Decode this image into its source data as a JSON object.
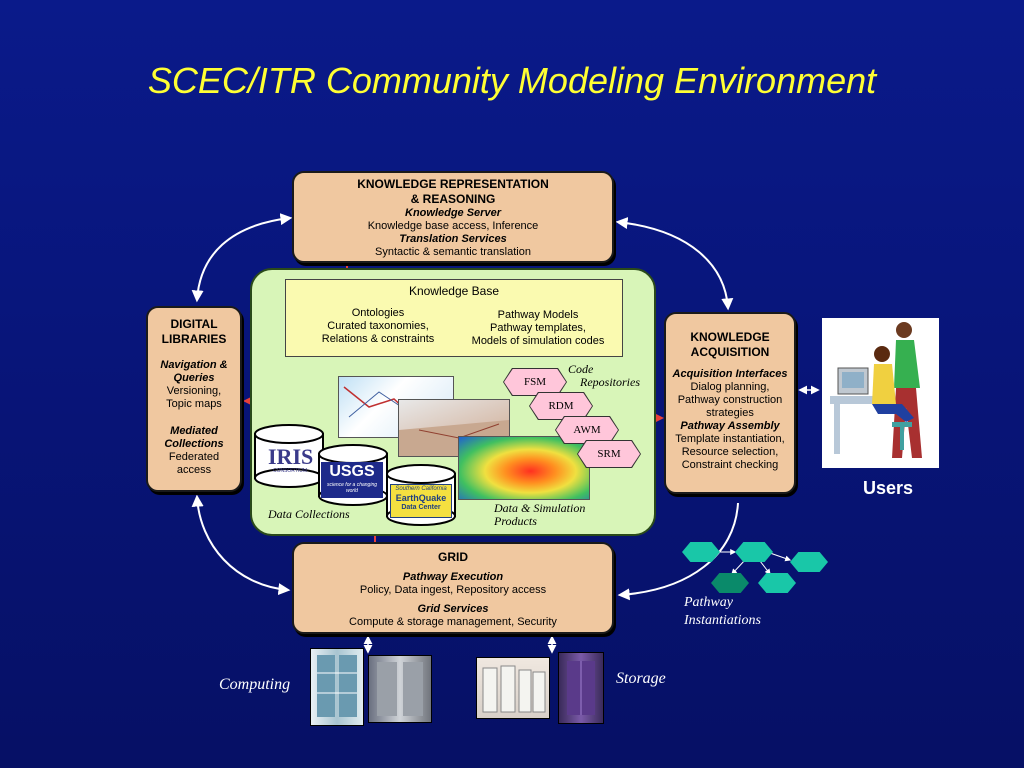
{
  "title": "SCEC/ITR Community Modeling Environment",
  "krr": {
    "heading_line1": "KNOWLEDGE REPRESENTATION",
    "heading_line2": "& REASONING",
    "server_title": "Knowledge Server",
    "server_desc": "Knowledge base access, Inference",
    "translation_title": "Translation Services",
    "translation_desc": "Syntactic & semantic translation"
  },
  "knowledge_base": {
    "title": "Knowledge Base",
    "ontologies_title": "Ontologies",
    "ontologies_line1": "Curated taxonomies,",
    "ontologies_line2": "Relations & constraints",
    "pathway_title": "Pathway Models",
    "pathway_line1": "Pathway templates,",
    "pathway_line2": "Models of simulation codes"
  },
  "digital_libraries": {
    "heading_line1": "DIGITAL",
    "heading_line2": "LIBRARIES",
    "nav_title_line1": "Navigation &",
    "nav_title_line2": "Queries",
    "nav_line1": "Versioning,",
    "nav_line2": "Topic maps",
    "mediated_title_line1": "Mediated",
    "mediated_title_line2": "Collections",
    "mediated_line1": "Federated",
    "mediated_line2": "access"
  },
  "knowledge_acquisition": {
    "heading_line1": "KNOWLEDGE",
    "heading_line2": "ACQUISITION",
    "interfaces_title": "Acquisition Interfaces",
    "interfaces_line1": "Dialog planning,",
    "interfaces_line2": "Pathway construction",
    "interfaces_line3": "strategies",
    "assembly_title": "Pathway Assembly",
    "assembly_line1": "Template instantiation,",
    "assembly_line2": "Resource selection,",
    "assembly_line3": "Constraint checking"
  },
  "grid": {
    "heading": "GRID",
    "execution_title": "Pathway Execution",
    "execution_desc": "Policy, Data ingest, Repository access",
    "services_title": "Grid Services",
    "services_desc": "Compute & storage management, Security"
  },
  "code_repositories": {
    "label_line1": "Code",
    "label_line2": "Repositories",
    "codes": [
      "FSM",
      "RDM",
      "AWM",
      "SRM"
    ]
  },
  "data_collections_label": "Data Collections",
  "data_products_line1": "Data & Simulation",
  "data_products_line2": "Products",
  "collections": {
    "iris": "IRIS",
    "iris_sub": "CONSORTIUM",
    "usgs": "USGS",
    "usgs_sub": "science for a changing world",
    "scedc_line1": "Southern California",
    "scedc_line2": "EarthQuake",
    "scedc_line3": "Data Center"
  },
  "users_label": "Users",
  "pathway_instantiations_line1": "Pathway",
  "pathway_instantiations_line2": "Instantiations",
  "computing_label": "Computing",
  "storage_label": "Storage",
  "colors": {
    "background": "#0a1a8a",
    "title": "#ffff33",
    "box_fill": "#f0c8a0",
    "green_panel": "#d8f5b8",
    "kb_fill": "#fafab0",
    "code_hex": "#ffc6da",
    "pathway_hex": "#19c7a8",
    "red_arrow": "#e8403a"
  }
}
